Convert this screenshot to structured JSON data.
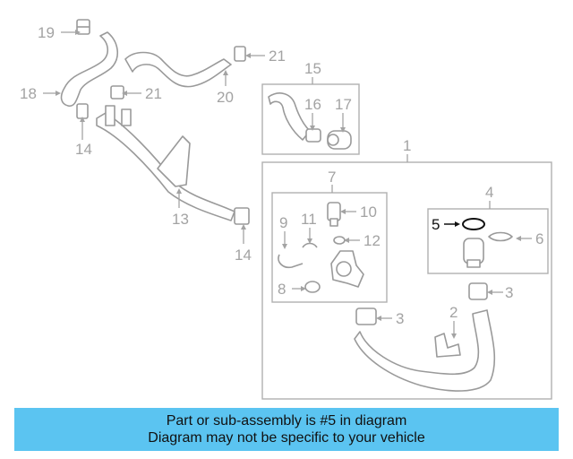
{
  "diagram": {
    "highlighted_part": "5",
    "colors": {
      "highlight": "#111111",
      "part_line": "#9a9a9a",
      "banner_bg": "#5bc4f1"
    },
    "callouts": {
      "p1": "1",
      "p2": "2",
      "p3a": "3",
      "p3b": "3",
      "p4": "4",
      "p5": "5",
      "p6": "6",
      "p7": "7",
      "p8": "8",
      "p9": "9",
      "p10": "10",
      "p11": "11",
      "p12": "12",
      "p13": "13",
      "p14a": "14",
      "p14b": "14",
      "p15": "15",
      "p16": "16",
      "p17": "17",
      "p18": "18",
      "p19": "19",
      "p20": "20",
      "p21a": "21",
      "p21b": "21"
    }
  },
  "banner": {
    "line1": "Part or sub-assembly is #5 in diagram",
    "line2": "Diagram may not be specific to your vehicle"
  }
}
